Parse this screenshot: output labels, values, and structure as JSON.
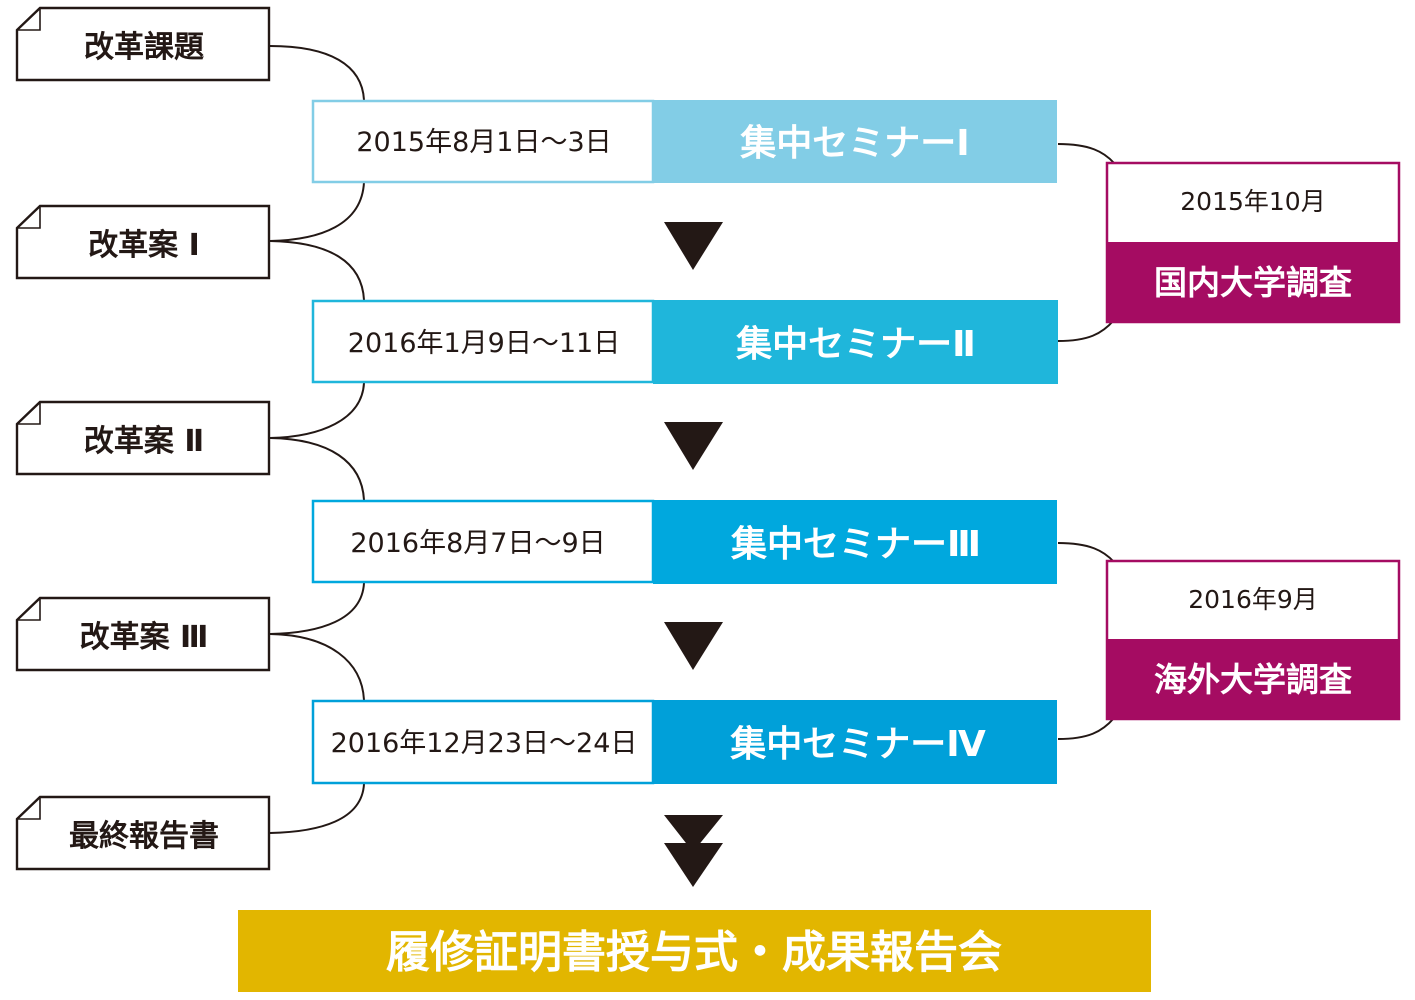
{
  "colors": {
    "ink": "#231815",
    "seminar_1": "#82cde6",
    "seminar_2": "#1fb6db",
    "seminar_3": "#00a8de",
    "seminar_4": "#00a0d9",
    "survey": "#a50c62",
    "final": "#e2b600"
  },
  "documents": [
    {
      "label": "改革課題"
    },
    {
      "label": "改革案 Ⅰ"
    },
    {
      "label": "改革案 Ⅱ"
    },
    {
      "label": "改革案 Ⅲ"
    },
    {
      "label": "最終報告書"
    }
  ],
  "seminars": [
    {
      "date": "2015年8月1日～3日",
      "title": "集中セミナーⅠ"
    },
    {
      "date": "2016年1月9日～11日",
      "title": "集中セミナーⅡ"
    },
    {
      "date": "2016年8月7日～9日",
      "title": "集中セミナーⅢ"
    },
    {
      "date": "2016年12月23日～24日",
      "title": "集中セミナーⅣ"
    }
  ],
  "surveys": [
    {
      "date": "2015年10月",
      "title": "国内大学調査"
    },
    {
      "date": "2016年9月",
      "title": "海外大学調査"
    }
  ],
  "final": {
    "title": "履修証明書授与式・成果報告会"
  }
}
